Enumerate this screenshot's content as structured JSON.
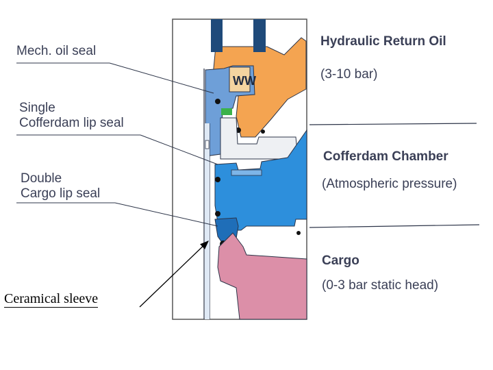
{
  "left_labels": {
    "mech_oil_seal": "Mech. oil seal",
    "single_cofferdam": [
      "Single",
      "Cofferdam lip seal"
    ],
    "double_cargo": [
      "Double",
      "Cargo lip seal"
    ],
    "ceramical_sleeve": "Ceramical sleeve"
  },
  "right_labels": {
    "hydraulic_title": "Hydraulic Return Oil",
    "hydraulic_pressure": "(3-10 bar)",
    "cofferdam_title": "Cofferdam Chamber",
    "cofferdam_pressure": "(Atmospheric pressure)",
    "cargo_title": "Cargo",
    "cargo_pressure": "(0-3 bar static head)"
  },
  "spring_symbol": "WW",
  "colors": {
    "hydraulic_oil": "#f4a451",
    "seal_blue": "#6e9fd8",
    "cofferdam": "#2d8fdc",
    "cargo": "#dc8fa8",
    "outline": "#2c3448"
  }
}
